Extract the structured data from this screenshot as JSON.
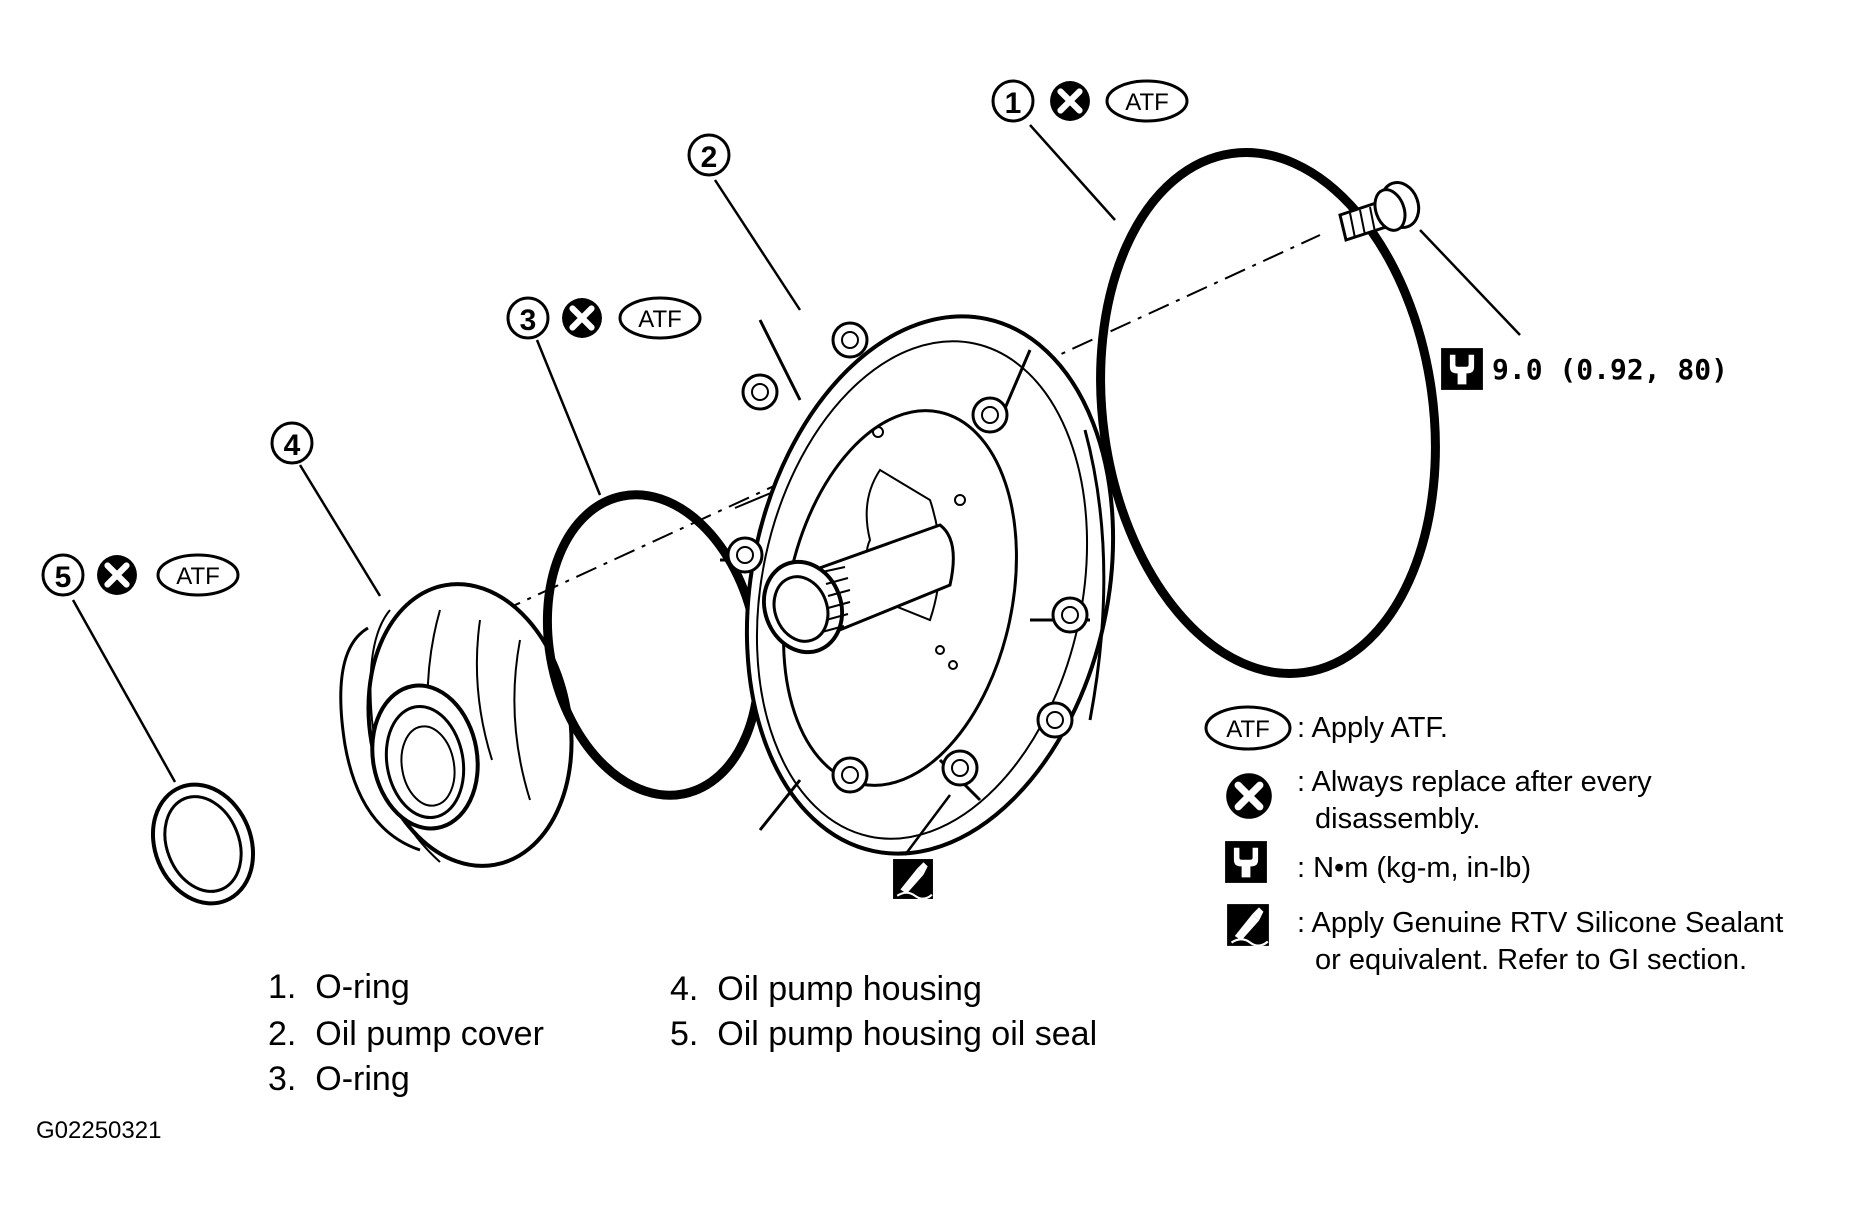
{
  "callouts": [
    {
      "number": "1",
      "badge": "ATF"
    },
    {
      "number": "2"
    },
    {
      "number": "3",
      "badge": "ATF"
    },
    {
      "number": "4"
    },
    {
      "number": "5",
      "badge": "ATF"
    }
  ],
  "torque_spec": "9.0 (0.92, 80)",
  "legend": {
    "atf_badge": "ATF",
    "atf_text": ": Apply ATF.",
    "replace_line1": ": Always replace after every",
    "replace_line2": "disassembly.",
    "torque_text": ":  N•m  (kg-m,  in-lb)",
    "sealant_line1": ": Apply Genuine RTV Silicone Sealant",
    "sealant_line2": "or equivalent. Refer to GI section."
  },
  "parts_list": [
    {
      "num": "1.",
      "name": "O-ring"
    },
    {
      "num": "2.",
      "name": "Oil pump cover"
    },
    {
      "num": "3.",
      "name": "O-ring"
    },
    {
      "num": "4.",
      "name": "Oil pump housing"
    },
    {
      "num": "5.",
      "name": "Oil pump housing oil seal"
    }
  ],
  "figure_id": "G02250321",
  "icons": {
    "replace": "x-in-circle-icon",
    "torque": "wrench-torque-icon",
    "sealant": "sealant-tube-icon"
  }
}
